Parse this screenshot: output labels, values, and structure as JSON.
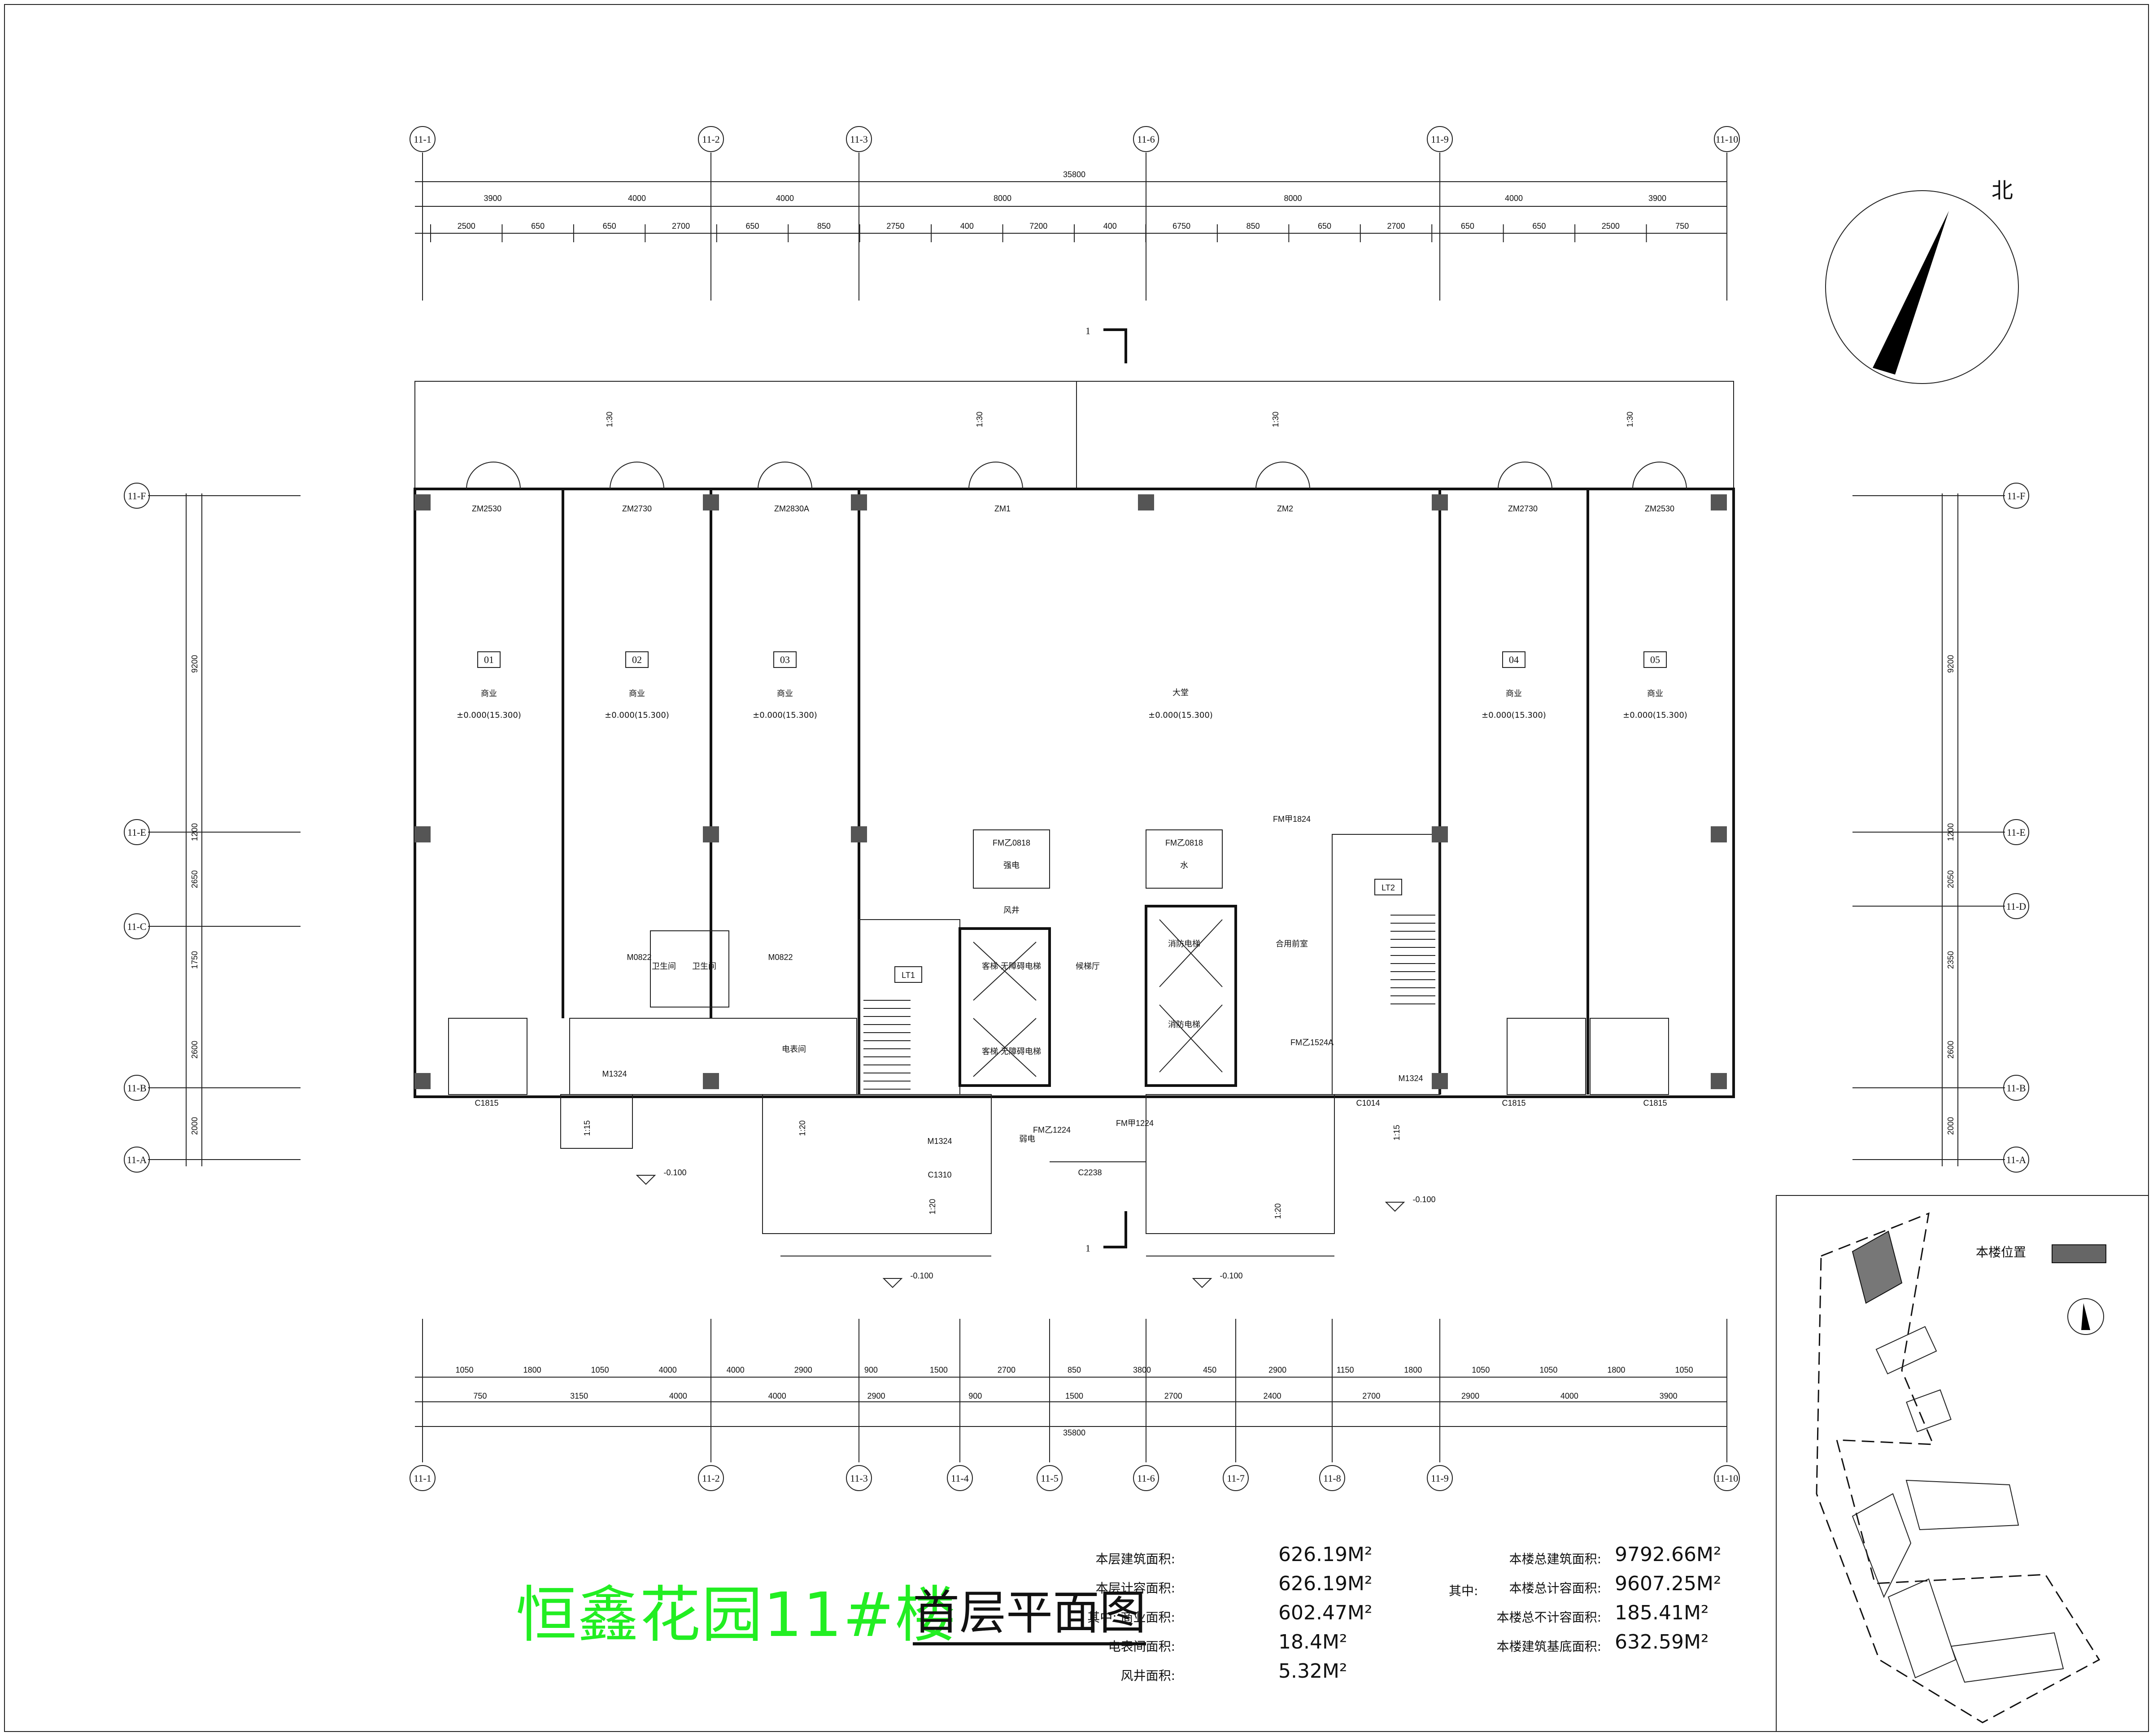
{
  "title": {
    "main": "恒鑫花园11#楼",
    "sub": "首层平面图"
  },
  "north_label": "北",
  "axes_top": [
    "11-1",
    "11-2",
    "11-3",
    "11-6",
    "11-9",
    "11-10"
  ],
  "axes_bottom": [
    "11-1",
    "11-2",
    "11-3",
    "11-4",
    "11-5",
    "11-6",
    "11-7",
    "11-8",
    "11-9",
    "11-10"
  ],
  "axes_left": [
    "11-F",
    "11-E",
    "11-C",
    "11-B",
    "11-A"
  ],
  "axes_right": [
    "11-F",
    "11-E",
    "11-D",
    "11-B",
    "11-A"
  ],
  "dims_top": {
    "total": "35800",
    "row1": [
      "3900",
      "4000",
      "4000",
      "8000",
      "8000",
      "4000",
      "3900"
    ],
    "row2": [
      "2500",
      "650",
      "650",
      "2700",
      "650",
      "850",
      "2750",
      "400",
      "7200",
      "400",
      "6750",
      "850",
      "650",
      "2700",
      "650",
      "650",
      "2500",
      "750"
    ]
  },
  "dims_bottom": {
    "total": "35800",
    "row1": [
      "1050",
      "1800",
      "1050",
      "4000",
      "4000",
      "2900",
      "900",
      "1500",
      "2700",
      "850",
      "3800",
      "450",
      "2900",
      "1150",
      "1800",
      "1050",
      "1050",
      "1800",
      "1050"
    ],
    "row2": [
      "750",
      "3150",
      "4000",
      "4000",
      "2900",
      "900",
      "1500",
      "2700",
      "2400",
      "2700",
      "2900",
      "4000",
      "3900"
    ]
  },
  "dims_sides": {
    "left": [
      "9200",
      "1200",
      "2650",
      "1750",
      "2600",
      "2000"
    ],
    "right": [
      "9200",
      "1200",
      "2050",
      "2350",
      "2600",
      "2000"
    ]
  },
  "shops": [
    {
      "no": "01",
      "use": "商业",
      "elev": "±0.000(15.300)"
    },
    {
      "no": "02",
      "use": "商业",
      "elev": "±0.000(15.300)"
    },
    {
      "no": "03",
      "use": "商业",
      "elev": "±0.000(15.300)"
    },
    {
      "no": "04",
      "use": "商业",
      "elev": "±0.000(15.300)"
    },
    {
      "no": "05",
      "use": "商业",
      "elev": "±0.000(15.300)"
    }
  ],
  "lobby": {
    "use": "大堂",
    "elev": "±0.000(15.300)"
  },
  "doors_top": [
    "ZM2530",
    "ZM2730",
    "ZM2830A",
    "ZM1",
    "ZM2",
    "ZM2730",
    "ZM2530"
  ],
  "rooms": [
    "强电",
    "风井",
    "水",
    "消防电梯",
    "客梯 无障碍电梯",
    "客梯 无障碍电梯",
    "消防电梯",
    "合用前室",
    "电表间",
    "候梯厅",
    "弱电",
    "卫生间",
    "卫生间"
  ],
  "doors_misc": [
    "FM乙0818",
    "FM乙0818",
    "FM甲1824",
    "M0822",
    "M0822",
    "M1324",
    "C1815",
    "C1815",
    "C1815",
    "M1324",
    "C2238",
    "FM甲1224",
    "M1324",
    "FM乙1224",
    "C1310",
    "FM乙1524A",
    "C1014"
  ],
  "stair_labels": [
    "LT1",
    "LT2"
  ],
  "elevations": [
    "-0.100",
    "-0.100",
    "-0.100",
    "-0.100"
  ],
  "slopes": [
    "1:30",
    "1:30",
    "1:30",
    "1:30",
    "1:20",
    "1:15",
    "1:15",
    "1:20",
    "1:20"
  ],
  "section_mark": "1",
  "stats_left": [
    {
      "label": "本层建筑面积:",
      "value": "626.19M²"
    },
    {
      "label": "本层计容面积:",
      "value": "626.19M²"
    },
    {
      "label": "其中: 商业面积:",
      "value": "602.47M²"
    },
    {
      "label": "电表间面积:",
      "value": "18.4M²"
    },
    {
      "label": "风井面积:",
      "value": "5.32M²"
    }
  ],
  "stats_right_prefix": "其中:",
  "stats_right": [
    {
      "label": "本楼总建筑面积:",
      "value": "9792.66M²"
    },
    {
      "label": "本楼总计容面积:",
      "value": "9607.25M²"
    },
    {
      "label": "本楼总不计容面积:",
      "value": "185.41M²"
    },
    {
      "label": "本楼建筑基底面积:",
      "value": "632.59M²"
    }
  ],
  "inset_label": "本楼位置"
}
